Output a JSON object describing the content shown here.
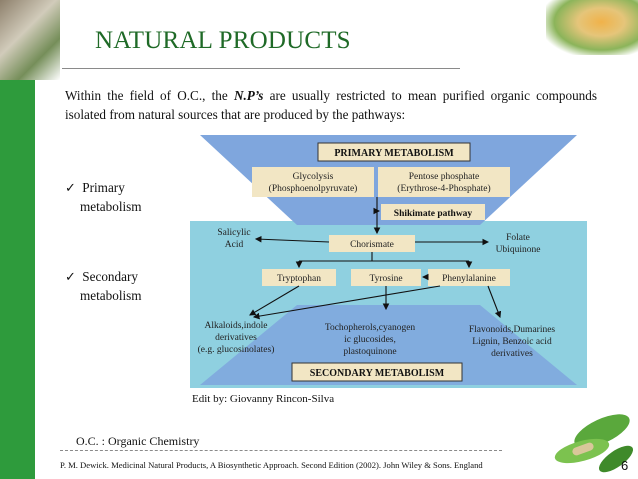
{
  "slide": {
    "title": "NATURAL PRODUCTS",
    "intro_pre": "Within the field of O.C., the ",
    "intro_em": "N.P’s",
    "intro_post": " are usually restricted to mean purified organic compounds isolated from natural sources that are produced by the pathways:",
    "bullets": [
      {
        "line1": "Primary",
        "line2": "metabolism"
      },
      {
        "line1": "Secondary",
        "line2": "metabolism"
      }
    ],
    "credit": "Edit by: Giovanny Rincon-Silva",
    "oc_note": "O.C. : Organic Chemistry",
    "reference": "P. M. Dewick. Medicinal Natural Products, A Biosynthetic Approach. Second Edition (2002). John Wiley & Sons. England",
    "page_number": "6"
  },
  "diagram": {
    "primary_metabolism": "PRIMARY METABOLISM",
    "glycolysis": [
      "Glycolysis",
      "(Phosphoenolpyruvate)"
    ],
    "pentose": [
      "Pentose phosphate",
      "(Erythrose-4-Phosphate)"
    ],
    "shikimate": "Shikimate pathway",
    "salicylic": [
      "Salicylic",
      "Acid"
    ],
    "chorismate": "Chorismate",
    "folate": [
      "Folate",
      "Ubiquinone"
    ],
    "tryptophan": "Tryptophan",
    "tyrosine": "Tyrosine",
    "phenylalanine": "Phenylalanine",
    "alkaloids": [
      "Alkaloids,indole",
      "derivatives",
      "(e.g. glucosinolates)"
    ],
    "tocopherols": [
      "Tochopherols,cyanogen",
      "ic glucosides,",
      "plastoquinone"
    ],
    "flavonoids": [
      "Flavonoids,Dumarines",
      "Lignin, Benzoic acid",
      "derivatives"
    ],
    "secondary_metabolism": "SECONDARY METABOLISM"
  },
  "colors": {
    "sidebar": "#2e9b3c",
    "title": "#1f6a27",
    "funnel": "#7fa6dd",
    "panel": "#8fd0e0",
    "box": "#f2e6c4"
  },
  "icons": [
    "checkmark-icon",
    "herb-photo",
    "tea-flowers-photo",
    "leaves-capsules-photo"
  ]
}
